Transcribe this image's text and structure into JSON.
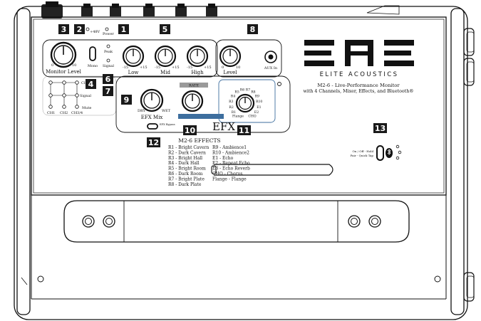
{
  "callouts": [
    "1",
    "2",
    "3",
    "4",
    "5",
    "6",
    "7",
    "8",
    "9",
    "10",
    "11",
    "12",
    "13"
  ],
  "labels": {
    "power": "Power",
    "phantom": "+48V",
    "monitor_level": "Monitor Level",
    "mono": "Mono",
    "peak": "Peak",
    "signal": "Signal",
    "low": "Low",
    "mid": "Mid",
    "high": "High",
    "level": "Level",
    "aux_in": "AUX In",
    "clip": "Clip",
    "signal2": "Signal",
    "mute": "Mute",
    "ch1": "CH1",
    "ch2": "CH2",
    "ch34": "CH3/4",
    "efx_mix": "EFX Mix",
    "rate": "RATE",
    "efx": "EFX",
    "efx_bypass": "EFX Bypass",
    "dry": "DRY",
    "wet": "WET",
    "scale_min": "0",
    "scale_max": "10",
    "eq_min": "-15",
    "eq_max": "+15"
  },
  "efx_knob_labels": [
    "Flange",
    "R1",
    "R2",
    "R3",
    "R4",
    "R5",
    "R6",
    "R7",
    "R8",
    "R9",
    "R10",
    "E1",
    "E2",
    "CHO"
  ],
  "brand": {
    "logo_text": "EAE",
    "name": "ELITE ACOUSTICS",
    "model_line1": "M2-6 - Live-Performance Monitor",
    "model_line2": "with 4 Channels, Mixer, Effects, and Bluetooth®"
  },
  "effects": {
    "title": "M2-6 EFFECTS",
    "left": [
      "R1 - Bright Cavern",
      "R2 - Dark Cavern",
      "R3 - Bright Hall",
      "R4 - Dark Hall",
      "R5 - Bright Room",
      "R6 - Dark Room",
      "R7 - Bright Plate",
      "R8 - Dark Plate"
    ],
    "right": [
      "R9 - Ambience1",
      "R10 - Ambience2",
      "E1 - Echo",
      "E2 - Repeat Echo",
      "E3 - Echo Reverb",
      "CHO - Chorus",
      "Flange - Flange"
    ]
  },
  "bluetooth": {
    "line1": "On / Off - Hold",
    "line2": "Pair - Quick Tap"
  },
  "colors": {
    "callout_bg": "#1a1a1a",
    "outline": "#111111",
    "rate_bar": "#9a9a9a",
    "efx_bar": "#3d6e9e"
  }
}
